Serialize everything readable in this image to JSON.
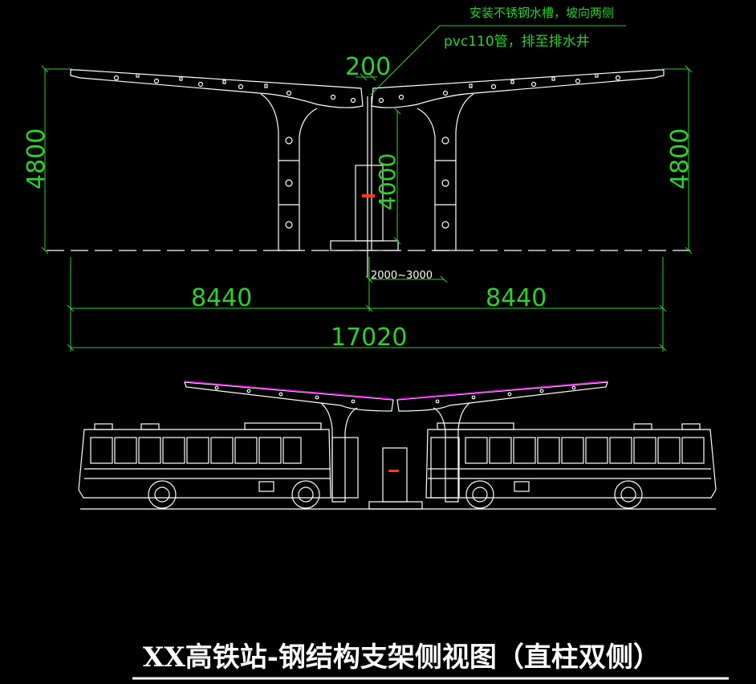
{
  "title": "XX高铁站-钢结构支架侧视图（直柱双侧）",
  "notes": {
    "gutter": "安装不锈钢水槽，坡向两侧",
    "drain": "pvc110管，排至排水井"
  },
  "dimensions": {
    "gap": "200",
    "height_left": "4800",
    "height_right": "4800",
    "cabinet_height": "4000",
    "island_width": "2000~3000",
    "span_left": "8440",
    "span_right": "8440",
    "total_width": "17020"
  },
  "colors": {
    "background": "#000000",
    "lines": "#ffffff",
    "dimensions": "#2cd12c",
    "roof_highlight": "#e000e0",
    "marker": "#ff3b1f"
  }
}
